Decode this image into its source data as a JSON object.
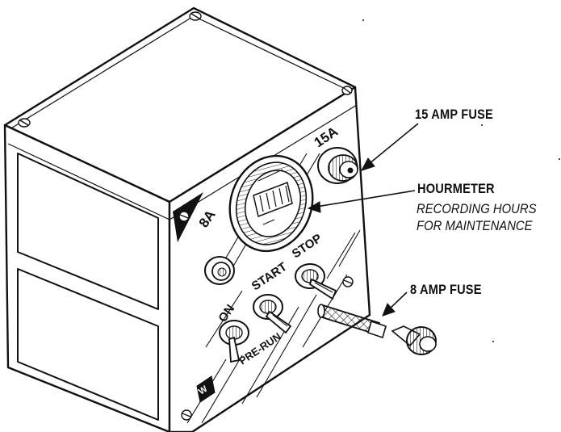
{
  "labels": {
    "fuse_15": "15 AMP FUSE",
    "hourmeter": "HOURMETER",
    "hourmeter_sub_1": "RECORDING HOURS",
    "hourmeter_sub_2": "FOR MAINTENANCE",
    "fuse_8": "8 AMP FUSE"
  },
  "unit_markings": {
    "rating_15": "15A",
    "rating_8": "8A",
    "switch_stop": "STOP",
    "switch_start": "START",
    "switch_on": "ON",
    "mode": "PRE-RUN",
    "brand": "W"
  },
  "colors": {
    "ink": "#111111",
    "paper": "#ffffff"
  }
}
